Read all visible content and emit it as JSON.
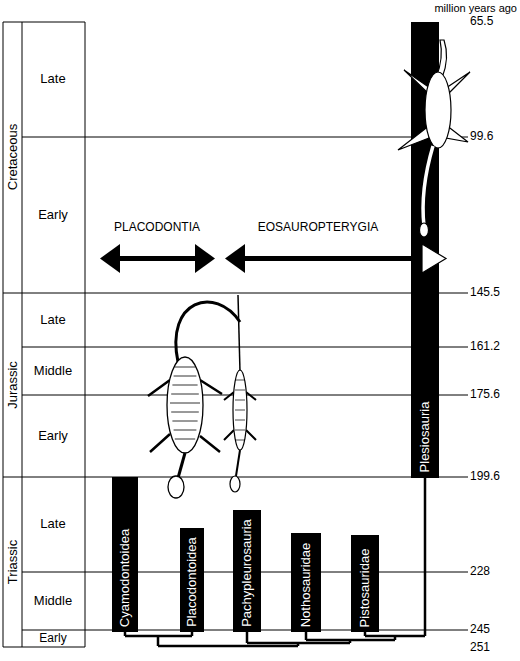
{
  "diagram": {
    "nodes": [
      {
        "text": [
          "Cyamodontoidea"
        ]
      },
      {
        "text": [
          "Placodontoidea"
        ]
      },
      {
        "text": [
          "Pachypleurosauria"
        ]
      },
      {
        "text": [
          "Nothosauridae"
        ]
      },
      {
        "text": [
          "Pistosauridae"
        ]
      },
      {
        "text": [
          "Plesiosauria"
        ]
      }
    ],
    "labels": [
      "million years ago",
      "65.5",
      "Cretaceous",
      "Late",
      "99.6",
      "Early",
      "PLACODONTIA",
      "EOSAUROPTERYGIA",
      "145.5",
      "Jurassic",
      "Late",
      "161.2",
      "Middle",
      "175.6",
      "Early",
      "199.6",
      "Triassic",
      "Late",
      "228",
      "Middle",
      "245",
      "Early",
      "251"
    ]
  }
}
